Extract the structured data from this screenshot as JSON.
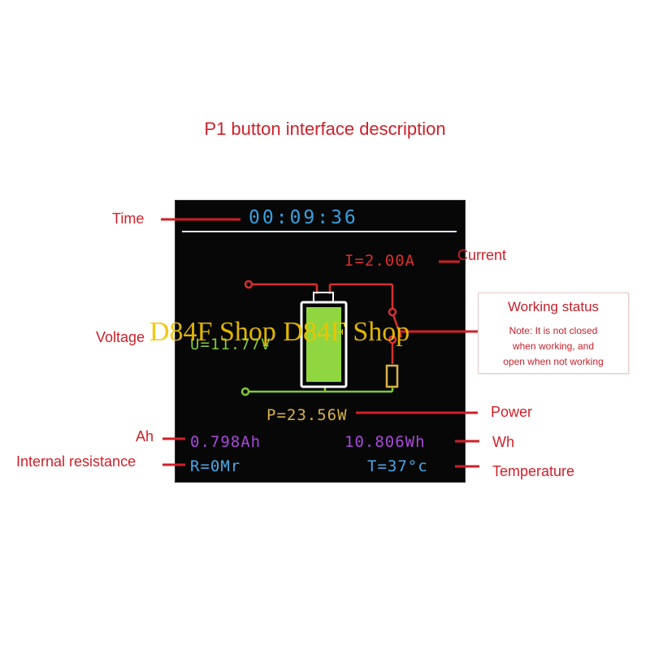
{
  "title": "P1 button interface description",
  "labels": {
    "time": "Time",
    "voltage": "Voltage",
    "ah": "Ah",
    "internal_resistance": "Internal resistance",
    "current": "Current",
    "power": "Power",
    "wh": "Wh",
    "temperature": "Temperature"
  },
  "working_status": {
    "title": "Working status",
    "note_line1": "Note: It is not closed",
    "note_line2": "when working, and",
    "note_line3": "open when not working"
  },
  "display": {
    "time": "00:09:36",
    "current": "I=2.00A",
    "voltage": "U=11.77V",
    "power": "P=23.56W",
    "ah": "0.798Ah",
    "wh": "10.806Wh",
    "resistance": "R=0Mr",
    "temperature": "T=37°c"
  },
  "watermark": "D84F Shop D84F Shop",
  "colors": {
    "label_red": "#d21f28",
    "time_blue": "#3aa0e0",
    "current_red": "#d8302e",
    "voltage_green": "#7ec83a",
    "power_yellow": "#d8b24a",
    "energy_purple": "#a84ad8",
    "info_blue": "#4aa8e8"
  }
}
